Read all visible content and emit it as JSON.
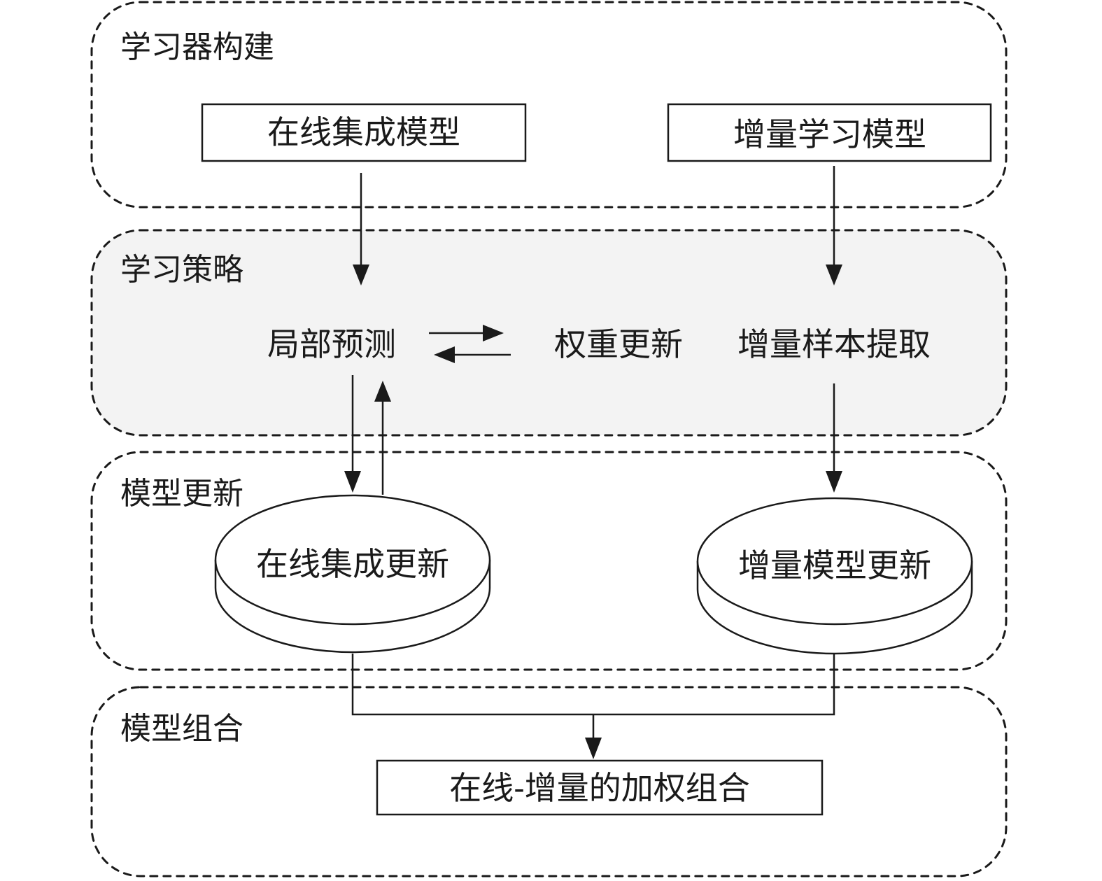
{
  "regions": {
    "learner_construction": {
      "title": "学习器构建"
    },
    "learning_strategy": {
      "title": "学习策略"
    },
    "model_update": {
      "title": "模型更新"
    },
    "model_combination": {
      "title": "模型组合"
    }
  },
  "nodes": {
    "online_ensemble_model": "在线集成模型",
    "incremental_learning_model": "增量学习模型",
    "local_prediction": "局部预测",
    "weight_update": "权重更新",
    "incremental_sample_extraction": "增量样本提取",
    "online_ensemble_update": "在线集成更新",
    "incremental_model_update": "增量模型更新",
    "weighted_combination": "在线-增量的加权组合"
  },
  "colors": {
    "stroke": "#1a1a1a",
    "shaded_region": "#f3f3f3",
    "background": "#ffffff"
  }
}
